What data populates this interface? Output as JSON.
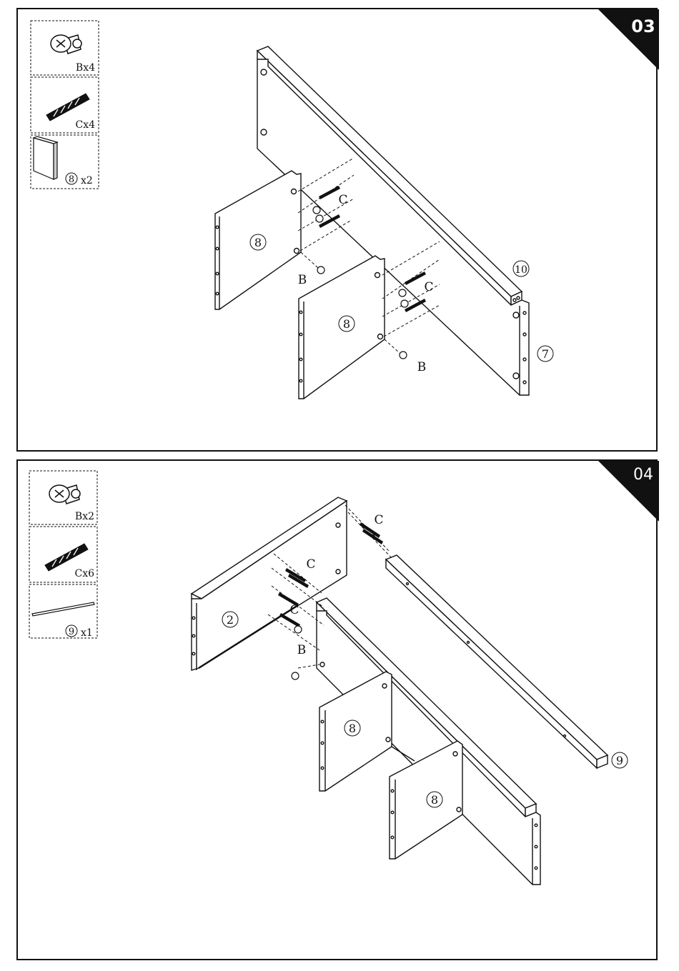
{
  "steps": [
    {
      "number": "03",
      "parts": [
        {
          "icon": "cam-lock-icon",
          "label": "Bx4"
        },
        {
          "icon": "dowel-icon",
          "label": "Cx4"
        },
        {
          "icon": "panel-icon",
          "part": "8",
          "label": "x2"
        }
      ],
      "callouts": {
        "panel_a": "8",
        "panel_b": "8",
        "rail": "10",
        "side": "7",
        "cam_a": "B",
        "cam_b": "B",
        "dowel_a": "C",
        "dowel_b": "C"
      }
    },
    {
      "number": "04",
      "parts": [
        {
          "icon": "cam-lock-icon",
          "label": "Bx2"
        },
        {
          "icon": "dowel-icon",
          "label": "Cx6"
        },
        {
          "icon": "rail-icon",
          "part": "9",
          "label": "x1"
        }
      ],
      "callouts": {
        "back": "2",
        "panel_a": "8",
        "panel_b": "8",
        "rail": "9",
        "dowel_a": "C",
        "dowel_b": "C",
        "dowel_c": "C",
        "cam": "B"
      }
    }
  ]
}
